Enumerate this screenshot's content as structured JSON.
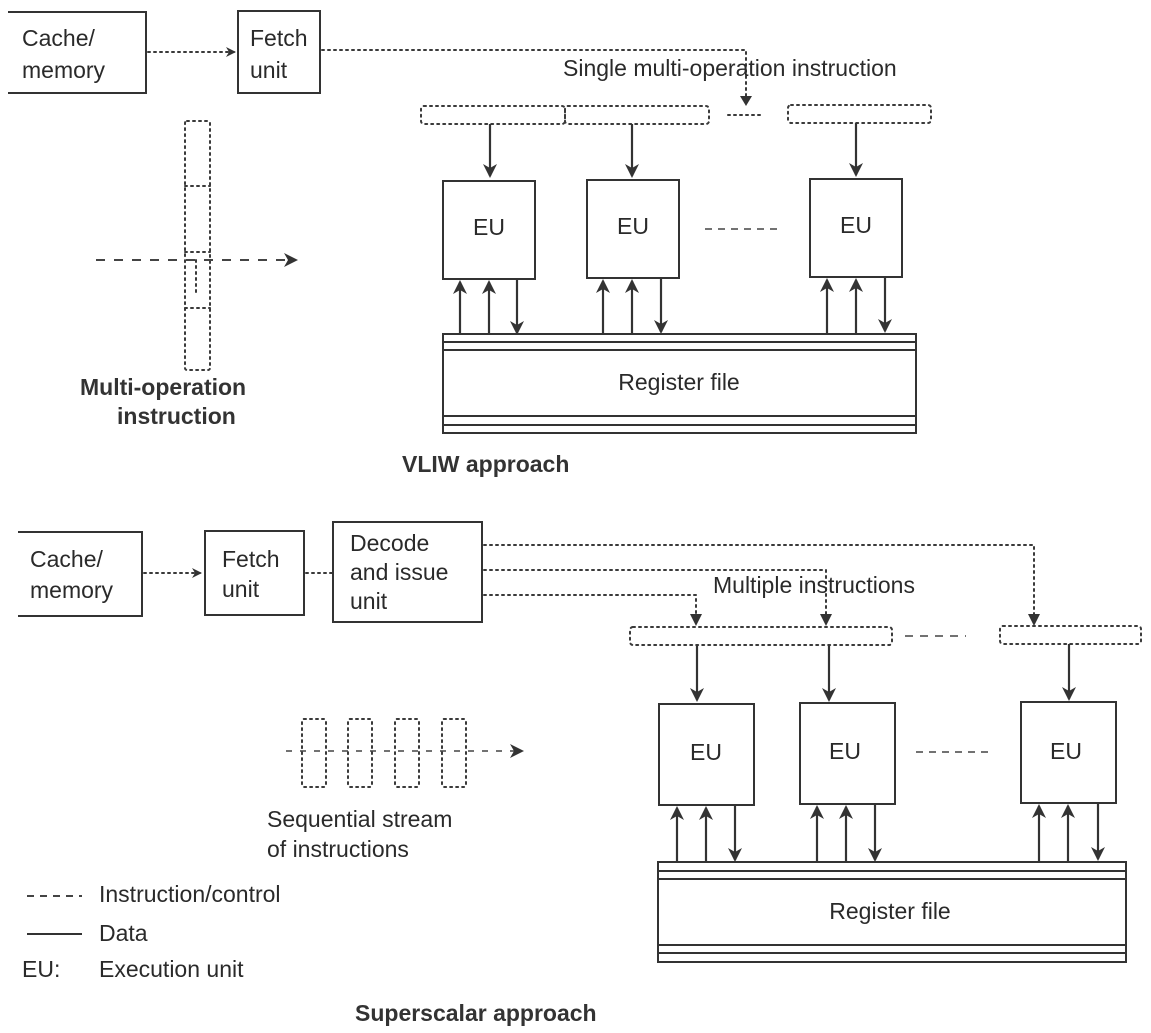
{
  "vliw": {
    "title": "VLIW approach",
    "cache_line1": "Cache/",
    "cache_line2": "memory",
    "fetch_line1": "Fetch",
    "fetch_line2": "unit",
    "instruction_label": "Single multi-operation instruction",
    "multiop_label_line1": "Multi-operation",
    "multiop_label_line2": "instruction",
    "eu_labels": [
      "EU",
      "EU",
      "EU"
    ],
    "register_file": "Register file"
  },
  "superscalar": {
    "title": "Superscalar approach",
    "cache_line1": "Cache/",
    "cache_line2": "memory",
    "fetch_line1": "Fetch",
    "fetch_line2": "unit",
    "decode_line1": "Decode",
    "decode_line2": "and issue",
    "decode_line3": "unit",
    "instruction_label": "Multiple instructions",
    "stream_label_line1": "Sequential stream",
    "stream_label_line2": "of instructions",
    "eu_labels": [
      "EU",
      "EU",
      "EU"
    ],
    "register_file": "Register file"
  },
  "legend": {
    "items": [
      {
        "symbol": "----",
        "label": "Instruction/control"
      },
      {
        "symbol": "line",
        "label": "Data"
      },
      {
        "symbol": "EU:",
        "label": "Execution unit"
      }
    ]
  }
}
